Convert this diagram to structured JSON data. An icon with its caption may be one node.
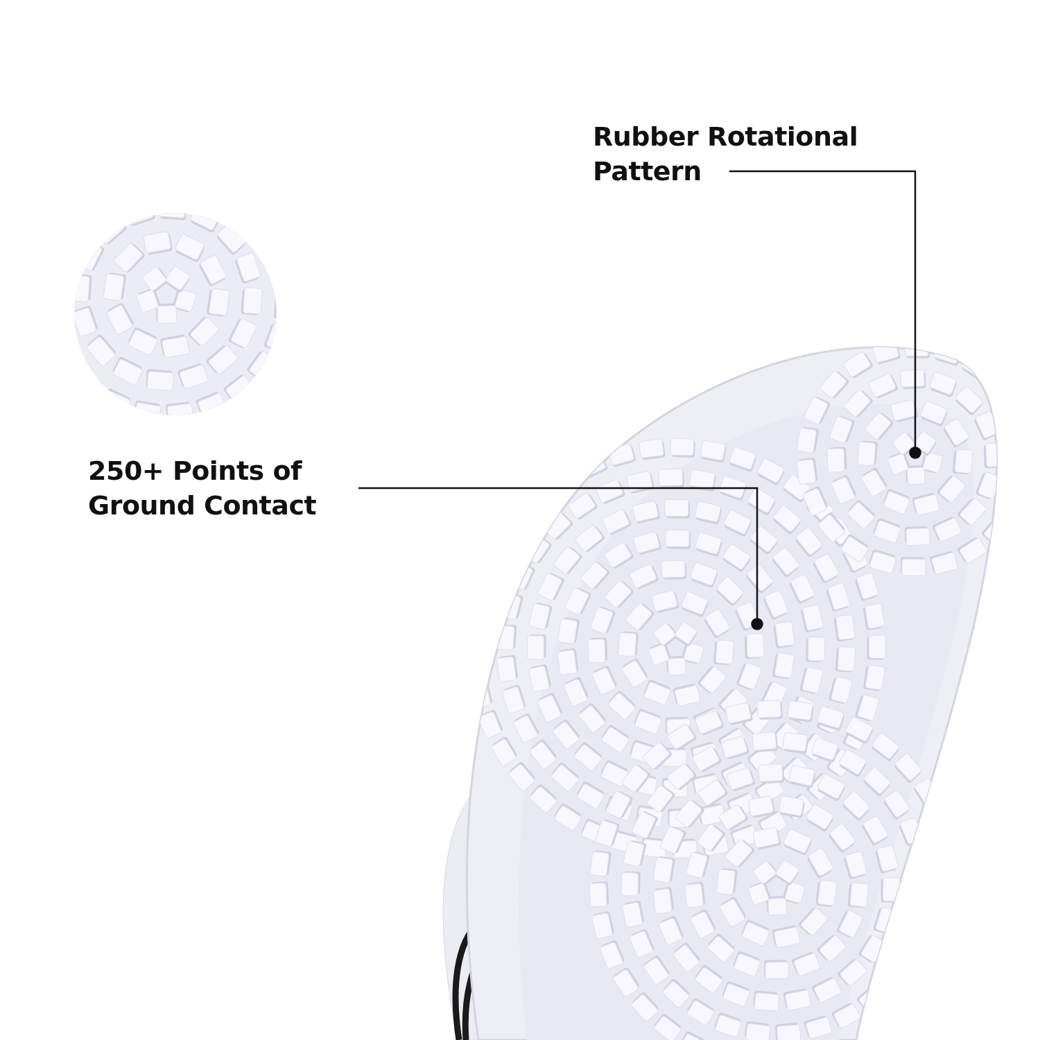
{
  "diagram": {
    "nodes": [
      {
        "text": [
          "Rubber Rotational Pattern"
        ]
      },
      {
        "text": [
          "250+ Points of Ground Contact"
        ]
      }
    ],
    "edges": [
      {
        "from": 0,
        "to": null,
        "arrow": "other"
      },
      {
        "from": 1,
        "to": null,
        "arrow": "other"
      }
    ]
  }
}
